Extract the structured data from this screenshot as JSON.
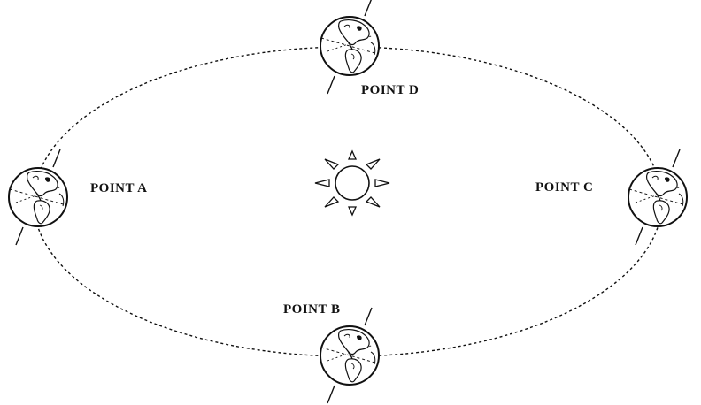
{
  "labels": {
    "point_a": "POINT A",
    "point_b": "POINT B",
    "point_c": "POINT C",
    "point_d": "POINT D"
  },
  "icons": {
    "sun": "sun-icon",
    "earth": "earth-globe-icon"
  },
  "colors": {
    "ink": "#111111",
    "background": "#ffffff"
  }
}
